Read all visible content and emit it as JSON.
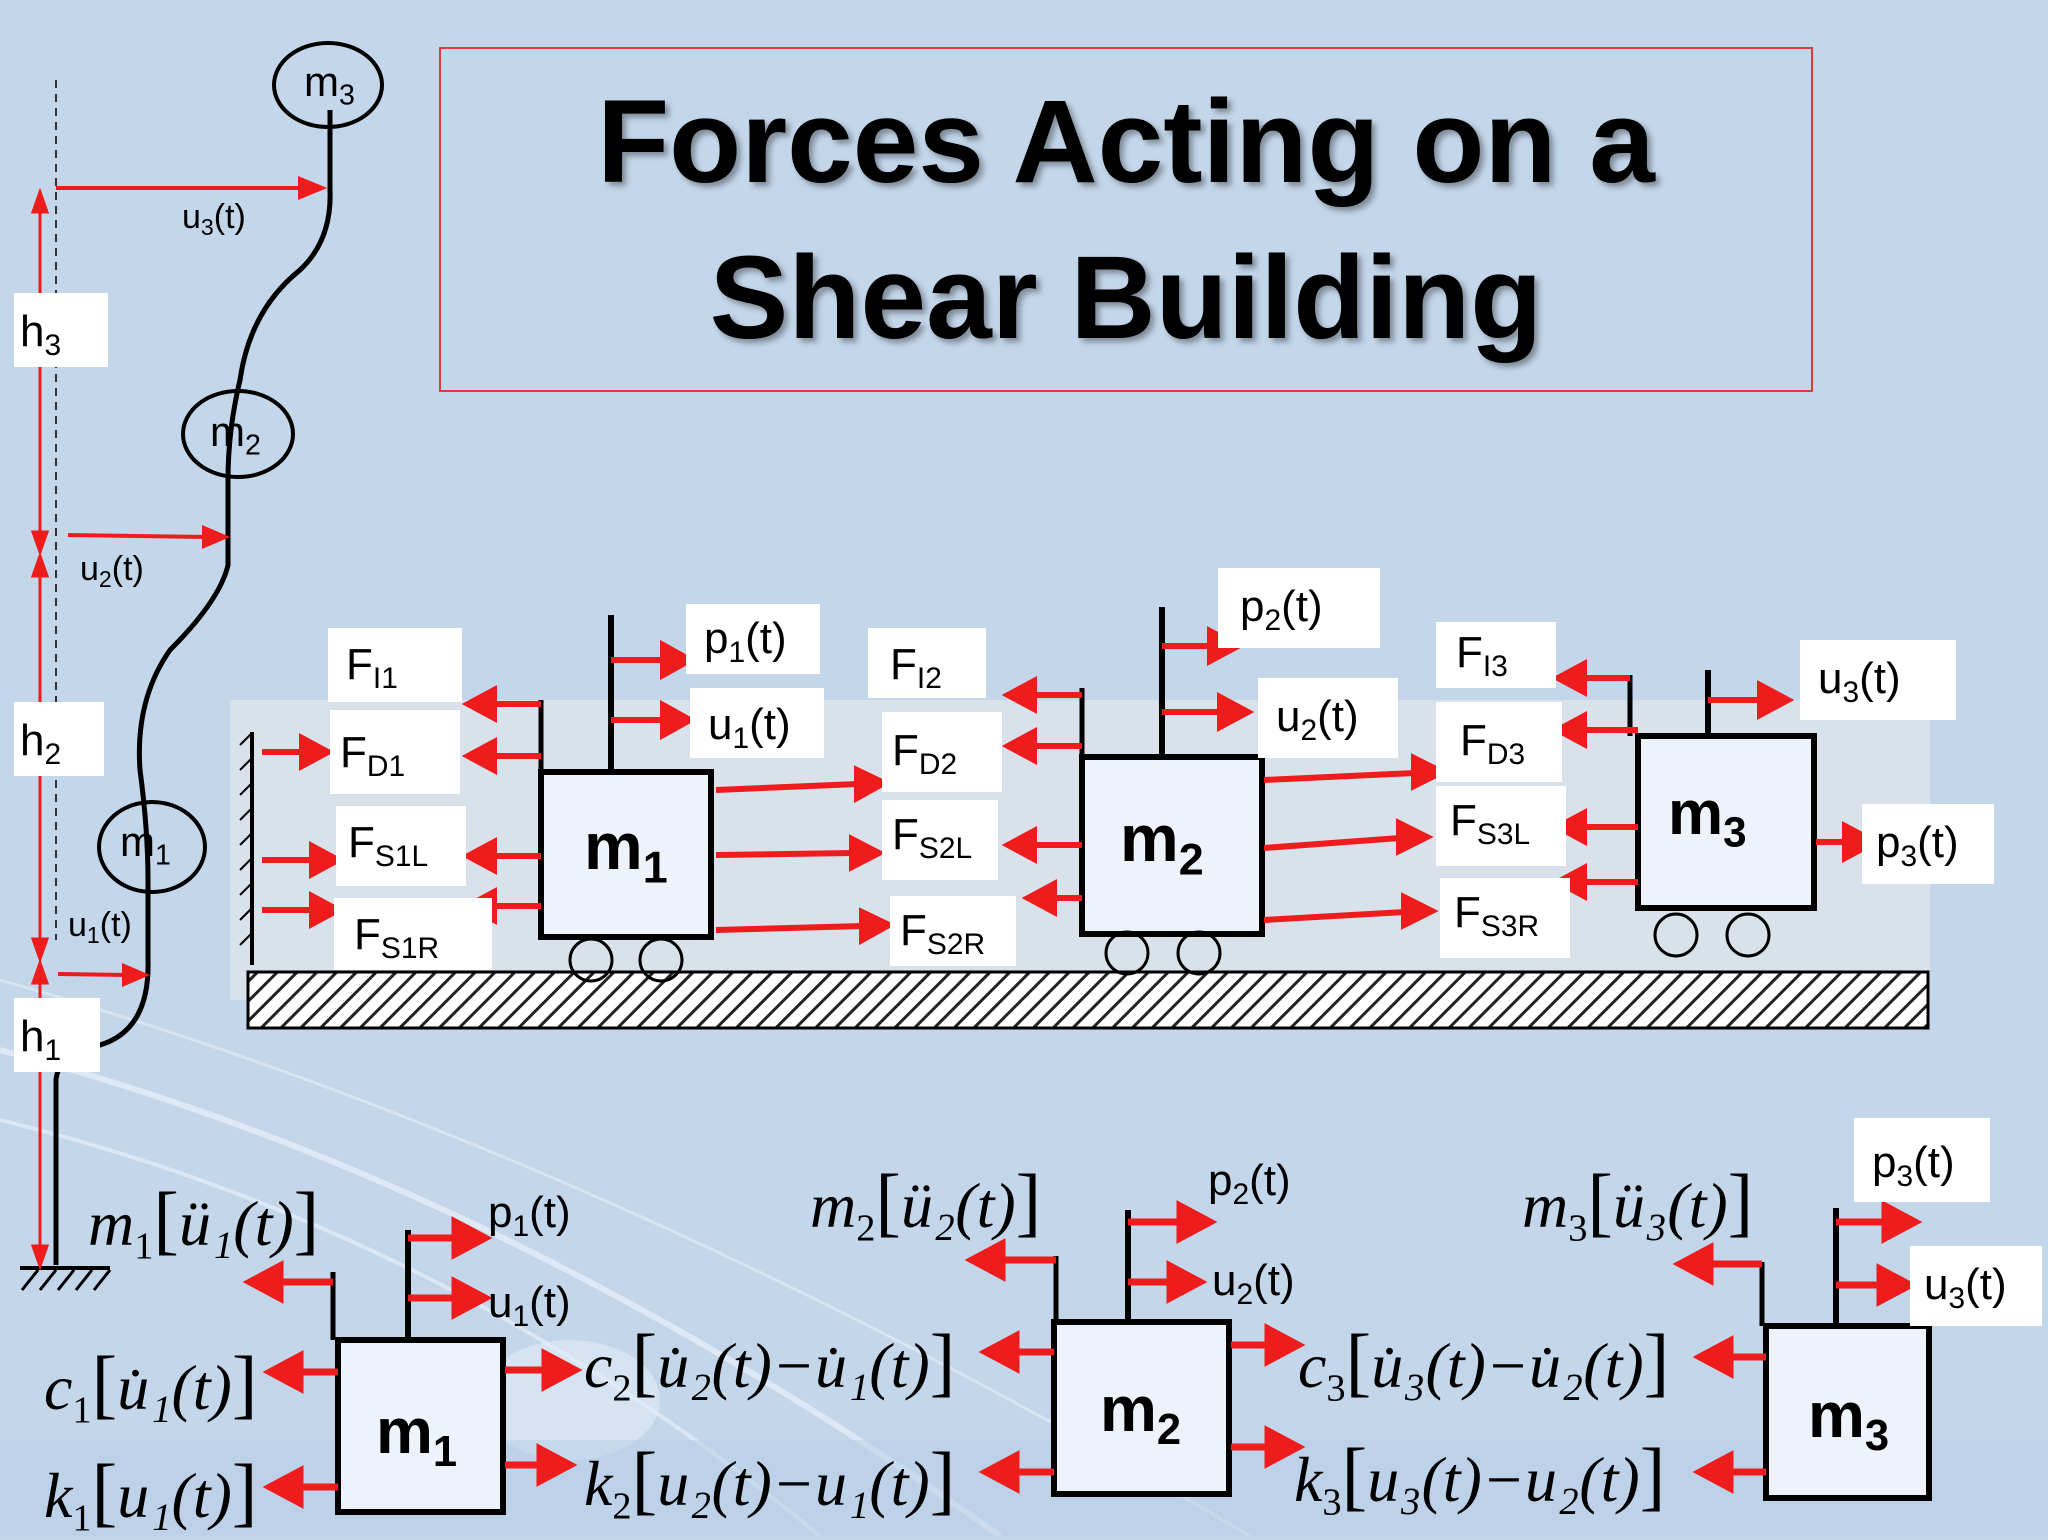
{
  "title": {
    "line1": "Forces Acting on a",
    "line2": "Shear Building"
  },
  "colors": {
    "background": "#c3d6ea",
    "arrow": "#ee1c1c",
    "title_border": "#e13a3a",
    "mass_fill": "#eef2fb"
  },
  "left_frame": {
    "masses": [
      {
        "name": "m",
        "sub": "3"
      },
      {
        "name": "m",
        "sub": "2"
      },
      {
        "name": "m",
        "sub": "1"
      }
    ],
    "displacements": [
      {
        "name": "u",
        "sub": "3",
        "arg": "(t)"
      },
      {
        "name": "u",
        "sub": "2",
        "arg": "(t)"
      },
      {
        "name": "u",
        "sub": "1",
        "arg": "(t)"
      }
    ],
    "heights": [
      {
        "name": "h",
        "sub": "3"
      },
      {
        "name": "h",
        "sub": "2"
      },
      {
        "name": "h",
        "sub": "1"
      }
    ]
  },
  "middle": {
    "masses": [
      {
        "name": "m",
        "sub": "1"
      },
      {
        "name": "m",
        "sub": "2"
      },
      {
        "name": "m",
        "sub": "3"
      }
    ],
    "block1": {
      "forces": [
        {
          "name": "F",
          "sub": "I1"
        },
        {
          "name": "F",
          "sub": "D1"
        },
        {
          "name": "F",
          "sub": "S1L"
        },
        {
          "name": "F",
          "sub": "S1R"
        }
      ],
      "p": {
        "name": "p",
        "sub": "1",
        "arg": "(t)"
      },
      "u": {
        "name": "u",
        "sub": "1",
        "arg": "(t)"
      }
    },
    "block2": {
      "forces": [
        {
          "name": "F",
          "sub": "I2"
        },
        {
          "name": "F",
          "sub": "D2"
        },
        {
          "name": "F",
          "sub": "S2L"
        },
        {
          "name": "F",
          "sub": "S2R"
        }
      ],
      "p": {
        "name": "p",
        "sub": "2",
        "arg": "(t)"
      },
      "u": {
        "name": "u",
        "sub": "2",
        "arg": "(t)"
      }
    },
    "block3": {
      "forces": [
        {
          "name": "F",
          "sub": "I3"
        },
        {
          "name": "F",
          "sub": "D3"
        },
        {
          "name": "F",
          "sub": "S3L"
        },
        {
          "name": "F",
          "sub": "S3R"
        }
      ],
      "p": {
        "name": "p",
        "sub": "3",
        "arg": "(t)"
      },
      "u": {
        "name": "u",
        "sub": "3",
        "arg": "(t)"
      }
    }
  },
  "bottom": {
    "masses": [
      {
        "name": "m",
        "sub": "1"
      },
      {
        "name": "m",
        "sub": "2"
      },
      {
        "name": "m",
        "sub": "3"
      }
    ],
    "loads": [
      {
        "p": {
          "name": "p",
          "sub": "1",
          "arg": "(t)"
        },
        "u": {
          "name": "u",
          "sub": "1",
          "arg": "(t)"
        }
      },
      {
        "p": {
          "name": "p",
          "sub": "2",
          "arg": "(t)"
        },
        "u": {
          "name": "u",
          "sub": "2",
          "arg": "(t)"
        }
      },
      {
        "p": {
          "name": "p",
          "sub": "3",
          "arg": "(t)"
        },
        "u": {
          "name": "u",
          "sub": "3",
          "arg": "(t)"
        }
      }
    ],
    "equations": {
      "inertia1": {
        "coef": "m",
        "sub": "1",
        "inner": "ü₁(t)"
      },
      "inertia2": {
        "coef": "m",
        "sub": "2",
        "inner": "ü₂(t)"
      },
      "inertia3": {
        "coef": "m",
        "sub": "3",
        "inner": "ü₃(t)"
      },
      "damp1": {
        "coef": "c",
        "sub": "1",
        "inner": "u̇₁(t)"
      },
      "spring1": {
        "coef": "k",
        "sub": "1",
        "inner": "u₁(t)"
      },
      "damp2": {
        "coef": "c",
        "sub": "2",
        "inner": "u̇₂(t)−u̇₁(t)"
      },
      "spring2": {
        "coef": "k",
        "sub": "2",
        "inner": "u₂(t)−u₁(t)"
      },
      "damp3": {
        "coef": "c",
        "sub": "3",
        "inner": "u̇₃(t)−u̇₂(t)"
      },
      "spring3": {
        "coef": "k",
        "sub": "3",
        "inner": "u₃(t)−u₂(t)"
      }
    }
  }
}
